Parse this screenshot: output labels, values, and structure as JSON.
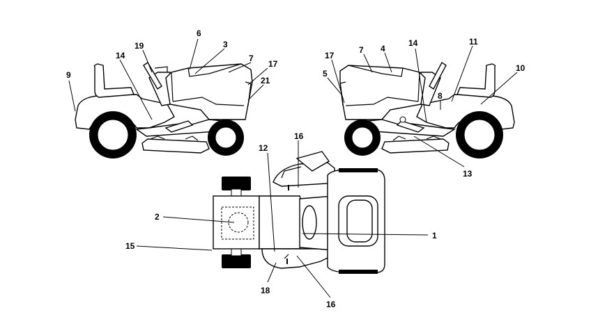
{
  "labels": {
    "l1": "1",
    "l2": "2",
    "l3": "3",
    "l4": "4",
    "l5": "5",
    "l6": "6",
    "l7a": "7",
    "l7b": "7",
    "l8": "8",
    "l9": "9",
    "l10": "10",
    "l11": "11",
    "l12": "12",
    "l13": "13",
    "l14a": "14",
    "l14b": "14",
    "l15": "15",
    "l16a": "16",
    "l16b": "16",
    "l17a": "17",
    "l17b": "17",
    "l18": "18",
    "l19": "19",
    "l21": "21"
  }
}
